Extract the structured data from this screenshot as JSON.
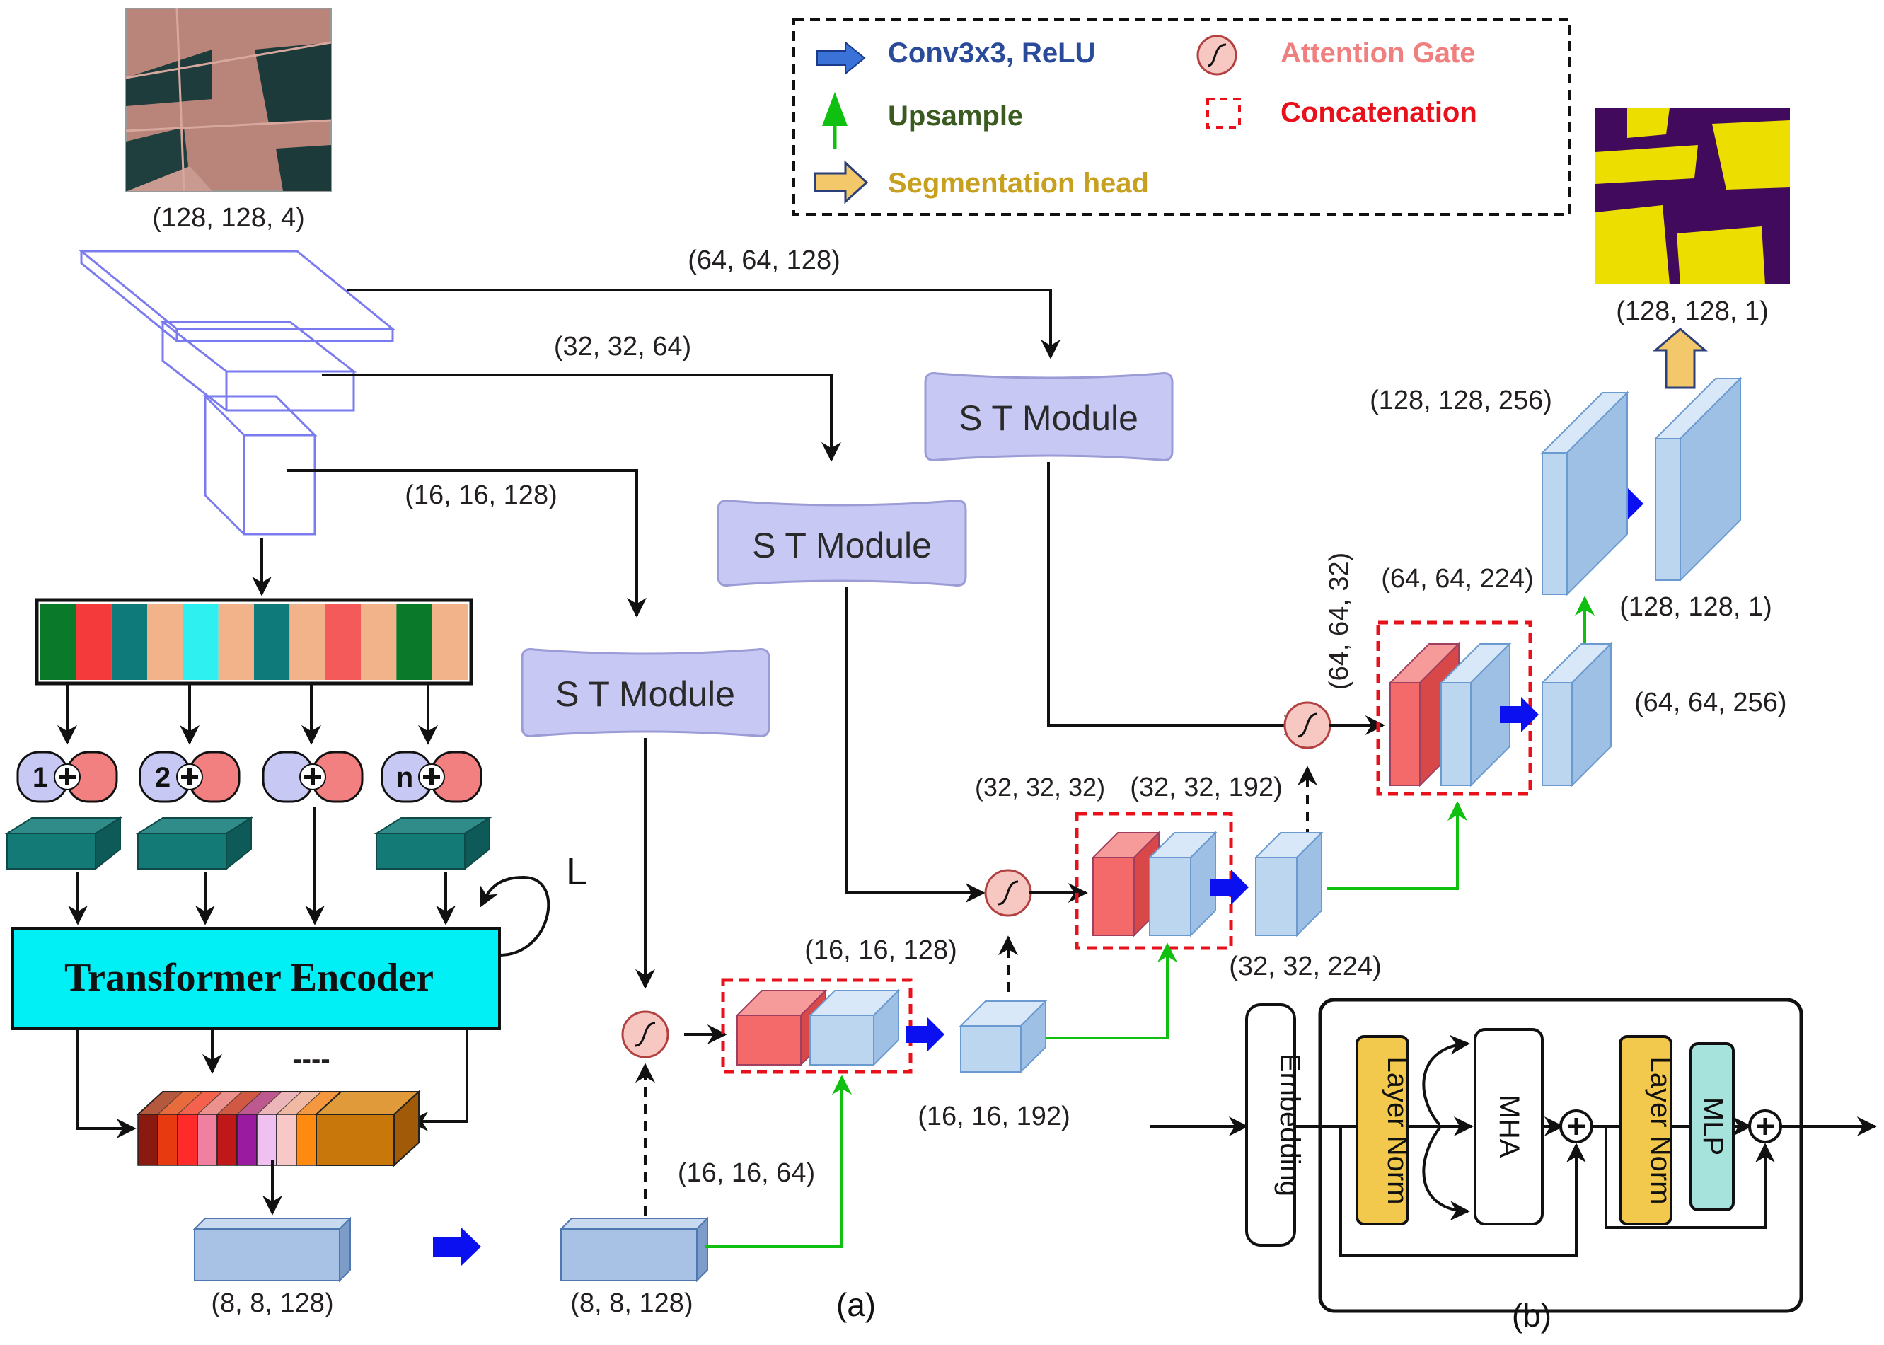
{
  "legend": {
    "conv": "Conv3x3, ReLU",
    "upsample": "Upsample",
    "seg_head": "Segmentation head",
    "attention_gate": "Attention Gate",
    "concatenation": "Concatenation",
    "colors": {
      "conv": "#2a4a9a",
      "upsample": "#3a5a20",
      "seg_head": "#c8a020",
      "attention_gate": "#f08080",
      "concatenation": "#e8101a"
    }
  },
  "images": {
    "input_label": "(128, 128, 4)",
    "output_label": "(128, 128, 1)"
  },
  "encoder": {
    "skip_labels": [
      "(64, 64, 128)",
      "(32, 32, 64)",
      "(16, 16, 128)"
    ],
    "patch_tokens": [
      "1",
      "2",
      "",
      "n"
    ],
    "transformer_label": "Transformer Encoder",
    "loop_label": "L",
    "dashes": "----",
    "bottleneck_label": "(8, 8, 128)"
  },
  "st_module": {
    "label": "S T Module"
  },
  "decoder": {
    "base_label": "(8, 8, 128)",
    "skip_16": "(16, 16, 64)",
    "concat_16": "(16, 16, 128)",
    "out_16": "(16, 16, 192)",
    "skip_32": "(32, 32, 32)",
    "concat_32": "(32, 32, 192)",
    "out_32": "(32, 32, 224)",
    "skip_64": "(64, 64, 32)",
    "concat_64": "(64, 64, 224)",
    "out_64": "(64, 64, 256)",
    "up_128": "(128, 128, 256)",
    "final_128": "(128, 128, 1)"
  },
  "panel_a": "(a)",
  "panel_b": "(b)",
  "transformer_block": {
    "embedding": "Embedding",
    "layer_norm": "Layer Norm",
    "mha": "MHA",
    "mlp": "MLP"
  }
}
